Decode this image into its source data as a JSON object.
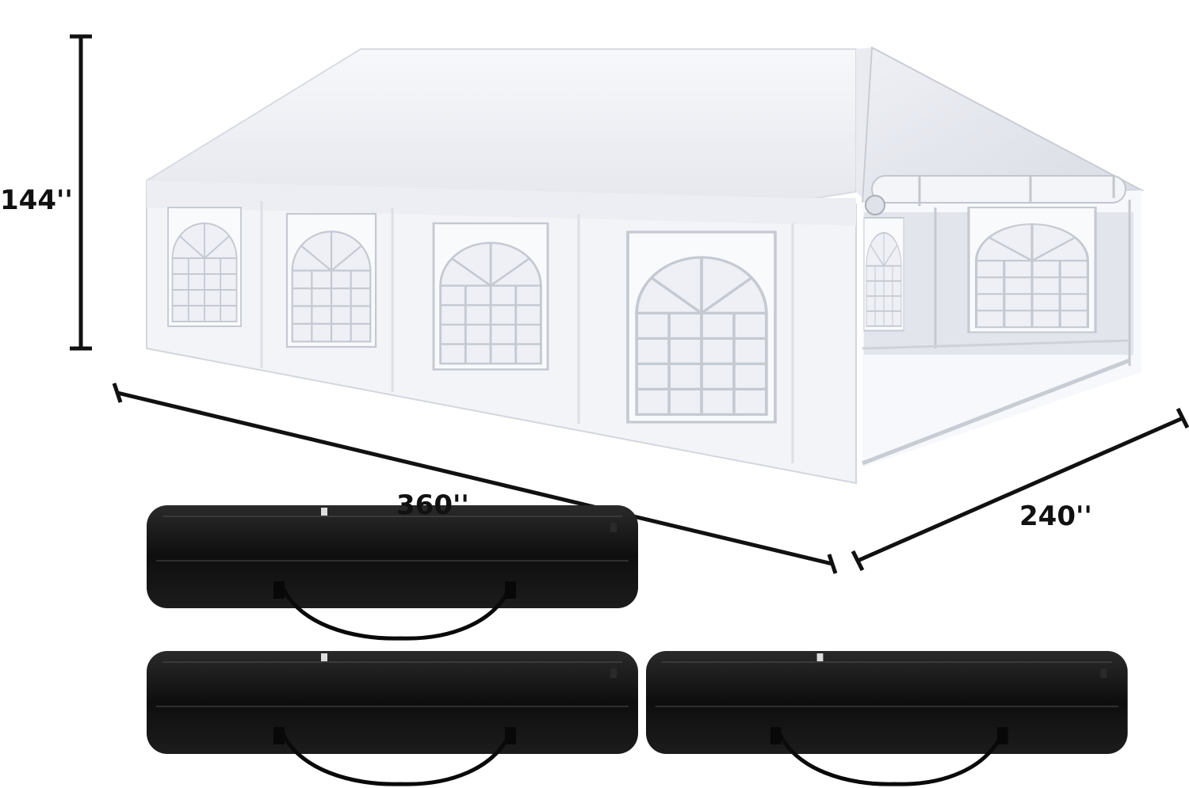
{
  "product": {
    "dimensions": {
      "height": "144''",
      "length": "360''",
      "width": "240''"
    },
    "storage_bags": {
      "count": 3,
      "color": "#111111"
    },
    "tent_color": "#f4f5f8"
  }
}
